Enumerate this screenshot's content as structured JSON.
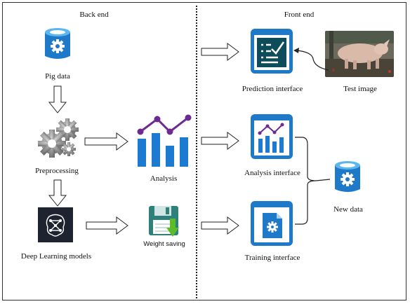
{
  "sections": {
    "backend_title": "Back end",
    "frontend_title": "Front end"
  },
  "nodes": {
    "pig_data": "Pig data",
    "preprocessing": "Preprocessing",
    "deep_learning": "Deep Learning models",
    "analysis": "Analysis",
    "weight_saving": "Weight saving",
    "prediction_interface": "Prediction interface",
    "test_image": "Test image",
    "analysis_interface": "Analysis interface",
    "training_interface": "Training interface",
    "new_data": "New data"
  },
  "icons": {
    "database": "database-gear-icon",
    "gears": "gears-icon",
    "neural": "neural-network-icon",
    "bar_chart": "bar-line-chart-icon",
    "save": "floppy-save-icon",
    "checklist": "checklist-icon",
    "photo": "pig-photo"
  },
  "colors": {
    "azure_blue": "#1e79c8",
    "dark_teal": "#0d4c5a",
    "purple": "#6e2b8f",
    "bar_blue": "#1c7bd0"
  }
}
